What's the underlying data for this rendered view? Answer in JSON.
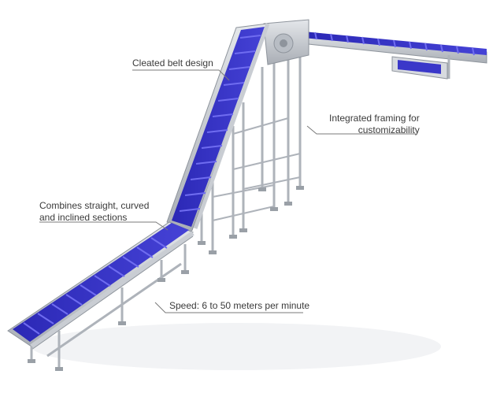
{
  "callouts": {
    "cleated": [
      "Cleated belt design"
    ],
    "framing": [
      "Integrated framing for",
      "customizability"
    ],
    "combines": [
      "Combines straight, curved",
      "and inclined sections"
    ],
    "speed": [
      "Speed: 6 to 50 meters per minute"
    ]
  },
  "colors": {
    "belt": "#3a37c9",
    "belt_dark": "#23209a",
    "cleat": "#6f6cf0",
    "frame": "#c9cdd3",
    "frame_dark": "#8e949c",
    "leader": "#7a7a7a",
    "text": "#3a3a3a"
  }
}
